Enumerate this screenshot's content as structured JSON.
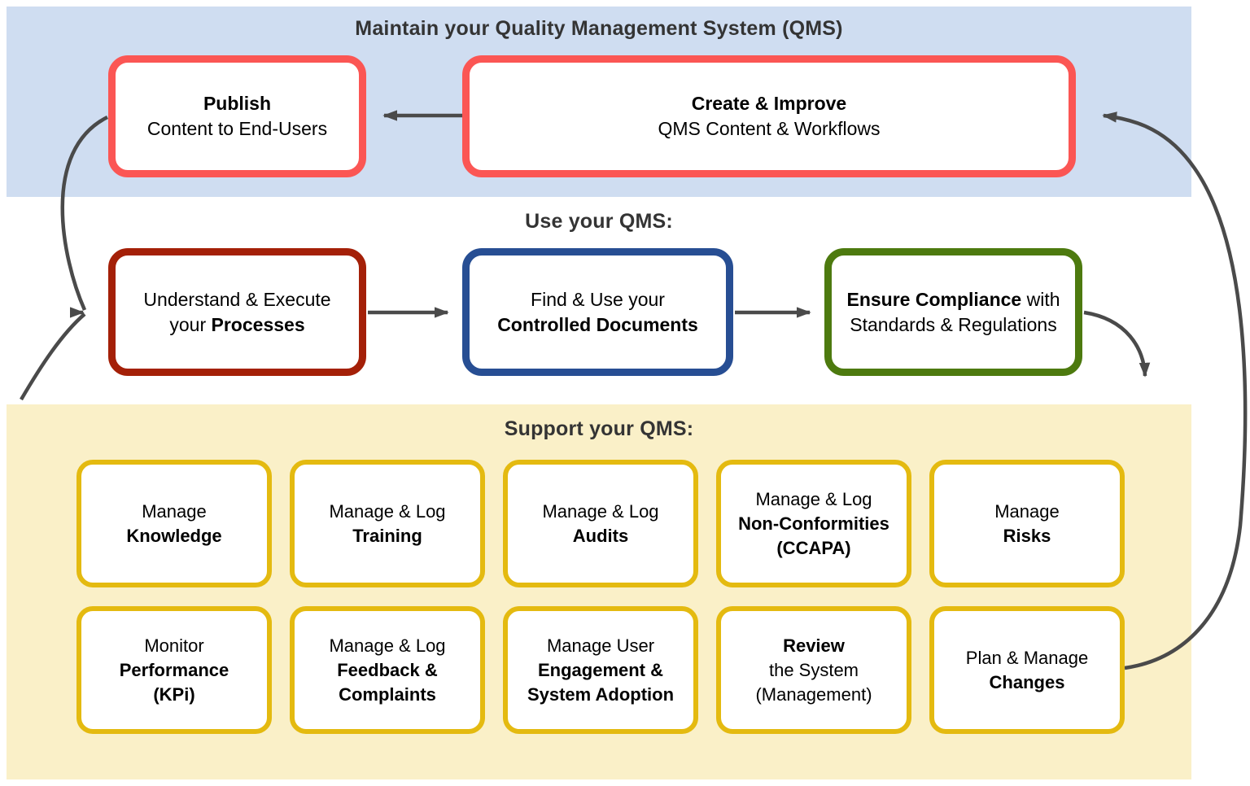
{
  "sections": {
    "maintain": {
      "title": "Maintain your Quality Management System (QMS)"
    },
    "use": {
      "title": "Use your QMS:"
    },
    "support": {
      "title": "Support your QMS:"
    }
  },
  "flow_boxes": [
    {
      "id": "publish",
      "lines": [
        [
          {
            "t": "Publish",
            "b": true
          }
        ],
        [
          {
            "t": "Content to End-Users",
            "b": false
          }
        ]
      ]
    },
    {
      "id": "create",
      "lines": [
        [
          {
            "t": "Create & Improve",
            "b": true
          }
        ],
        [
          {
            "t": "QMS Content & Workflows",
            "b": false
          }
        ]
      ]
    },
    {
      "id": "understand",
      "lines": [
        [
          {
            "t": "Understand & Execute",
            "b": false
          }
        ],
        [
          {
            "t": "your ",
            "b": false
          },
          {
            "t": "Processes",
            "b": true
          }
        ]
      ]
    },
    {
      "id": "find",
      "lines": [
        [
          {
            "t": "Find & Use your",
            "b": false
          }
        ],
        [
          {
            "t": "Controlled Documents",
            "b": true
          }
        ]
      ]
    },
    {
      "id": "ensure",
      "lines": [
        [
          {
            "t": "Ensure Compliance",
            "b": true
          },
          {
            "t": " with",
            "b": false
          }
        ],
        [
          {
            "t": "Standards & Regulations",
            "b": false
          }
        ]
      ]
    }
  ],
  "support": {
    "cards": [
      {
        "id": "knowledge",
        "lines": [
          [
            {
              "t": "Manage",
              "b": false
            }
          ],
          [
            {
              "t": "Knowledge",
              "b": true
            }
          ]
        ]
      },
      {
        "id": "training",
        "lines": [
          [
            {
              "t": "Manage & Log",
              "b": false
            }
          ],
          [
            {
              "t": "Training",
              "b": true
            }
          ]
        ]
      },
      {
        "id": "audits",
        "lines": [
          [
            {
              "t": "Manage & Log",
              "b": false
            }
          ],
          [
            {
              "t": "Audits",
              "b": true
            }
          ]
        ]
      },
      {
        "id": "non-conformities",
        "lines": [
          [
            {
              "t": "Manage & Log",
              "b": false
            }
          ],
          [
            {
              "t": "Non-Conformities",
              "b": true
            }
          ],
          [
            {
              "t": "(CCAPA)",
              "b": true
            }
          ]
        ]
      },
      {
        "id": "risks",
        "lines": [
          [
            {
              "t": "Manage",
              "b": false
            }
          ],
          [
            {
              "t": "Risks",
              "b": true
            }
          ]
        ]
      },
      {
        "id": "performance",
        "lines": [
          [
            {
              "t": "Monitor",
              "b": false
            }
          ],
          [
            {
              "t": "Performance",
              "b": true
            }
          ],
          [
            {
              "t": "(KPi)",
              "b": true
            }
          ]
        ]
      },
      {
        "id": "feedback",
        "lines": [
          [
            {
              "t": "Manage & Log",
              "b": false
            }
          ],
          [
            {
              "t": "Feedback &",
              "b": true
            }
          ],
          [
            {
              "t": "Complaints",
              "b": true
            }
          ]
        ]
      },
      {
        "id": "engagement",
        "lines": [
          [
            {
              "t": "Manage User",
              "b": false
            }
          ],
          [
            {
              "t": "Engagement &",
              "b": true
            }
          ],
          [
            {
              "t": "System Adoption",
              "b": true
            }
          ]
        ]
      },
      {
        "id": "review",
        "lines": [
          [
            {
              "t": "Review",
              "b": true
            }
          ],
          [
            {
              "t": "the System",
              "b": false
            }
          ],
          [
            {
              "t": "(Management)",
              "b": false
            }
          ]
        ]
      },
      {
        "id": "changes",
        "lines": [
          [
            {
              "t": "Plan & Manage",
              "b": false
            }
          ],
          [
            {
              "t": "Changes",
              "b": true
            }
          ]
        ]
      }
    ]
  },
  "colors": {
    "maintain_bg": "#CFDDF1",
    "support_bg": "#FAF0C8",
    "red_box_border": "#FB5654",
    "dark_red_box_border": "#A42008",
    "blue_box_border": "#274E93",
    "green_box_border": "#4D7A0F",
    "yellow_box_border": "#E4BA10",
    "arrow": "#4A4A4A",
    "heading_text": "#343434"
  }
}
